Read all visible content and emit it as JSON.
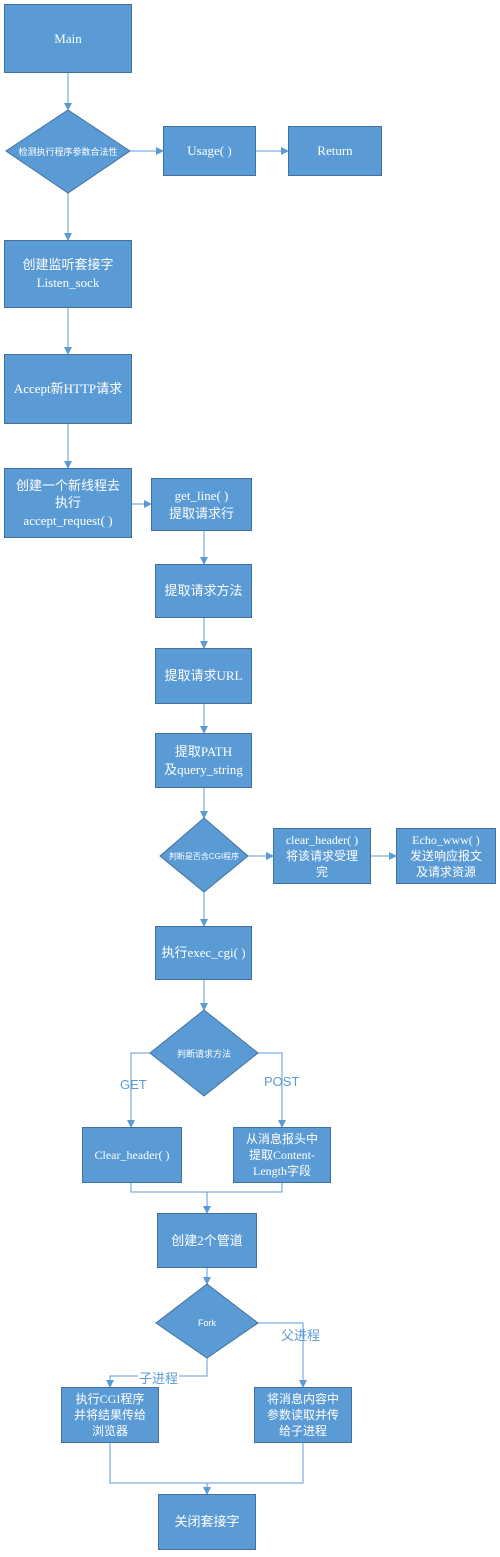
{
  "nodes": {
    "main": "Main",
    "check_args": "检测执行程序参数合法性",
    "usage": "Usage( )",
    "return": "Return",
    "create_listen": "创建监听套接字\nListen_sock",
    "accept": "Accept新HTTP请求",
    "new_thread": "创建一个新线程去\n执行\naccept_request( )",
    "get_line": "get_line( )\n提取请求行",
    "extract_method": "提取请求方法",
    "extract_url": "提取请求URL",
    "extract_path": "提取PATH\n及query_string",
    "is_cgi": "判断是否含CGI程序",
    "clear_header_1": "clear_header( )\n将该请求受理\n完",
    "echo_www": "Echo_www( )\n发送响应报文\n及请求资源",
    "exec_cgi": "执行exec_cgi( )",
    "judge_method": "判断请求方法",
    "clear_header_2": "Clear_header( )",
    "extract_content_length": "从消息报头中\n提取Content-\nLength字段",
    "create_pipes": "创建2个管道",
    "fork": "Fork",
    "child_proc": "执行CGI程序\n并将结果传给\n浏览器",
    "parent_proc": "将消息内容中\n参数读取并传\n给子进程",
    "close_socket": "关闭套接字"
  },
  "edge_labels": {
    "get": "GET",
    "post": "POST",
    "parent": "父进程",
    "child": "子进程"
  },
  "colors": {
    "fill": "#5b9bd5",
    "border": "#41719c",
    "line": "#5b9bd5"
  }
}
